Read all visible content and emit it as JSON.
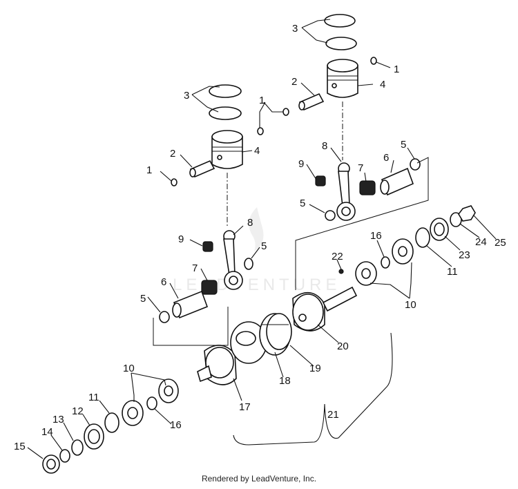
{
  "diagram": {
    "watermark": "LEADVENTURE",
    "callouts": {
      "c1a": "1",
      "c1b": "1",
      "c1c": "1",
      "c2a": "2",
      "c2b": "2",
      "c3a": "3",
      "c3b": "3",
      "c4a": "4",
      "c4b": "4",
      "c5a": "5",
      "c5b": "5",
      "c5c": "5",
      "c5d": "5",
      "c6a": "6",
      "c6b": "6",
      "c7a": "7",
      "c7b": "7",
      "c8a": "8",
      "c8b": "8",
      "c9a": "9",
      "c9b": "9",
      "c10a": "10",
      "c10b": "10",
      "c11a": "11",
      "c11b": "11",
      "c12": "12",
      "c13": "13",
      "c14": "14",
      "c15": "15",
      "c16a": "16",
      "c16b": "16",
      "c17": "17",
      "c18": "18",
      "c19": "19",
      "c20": "20",
      "c21": "21",
      "c22": "22",
      "c23": "23",
      "c24": "24",
      "c25": "25"
    }
  },
  "footer": {
    "text": "Rendered by LeadVenture, Inc."
  }
}
